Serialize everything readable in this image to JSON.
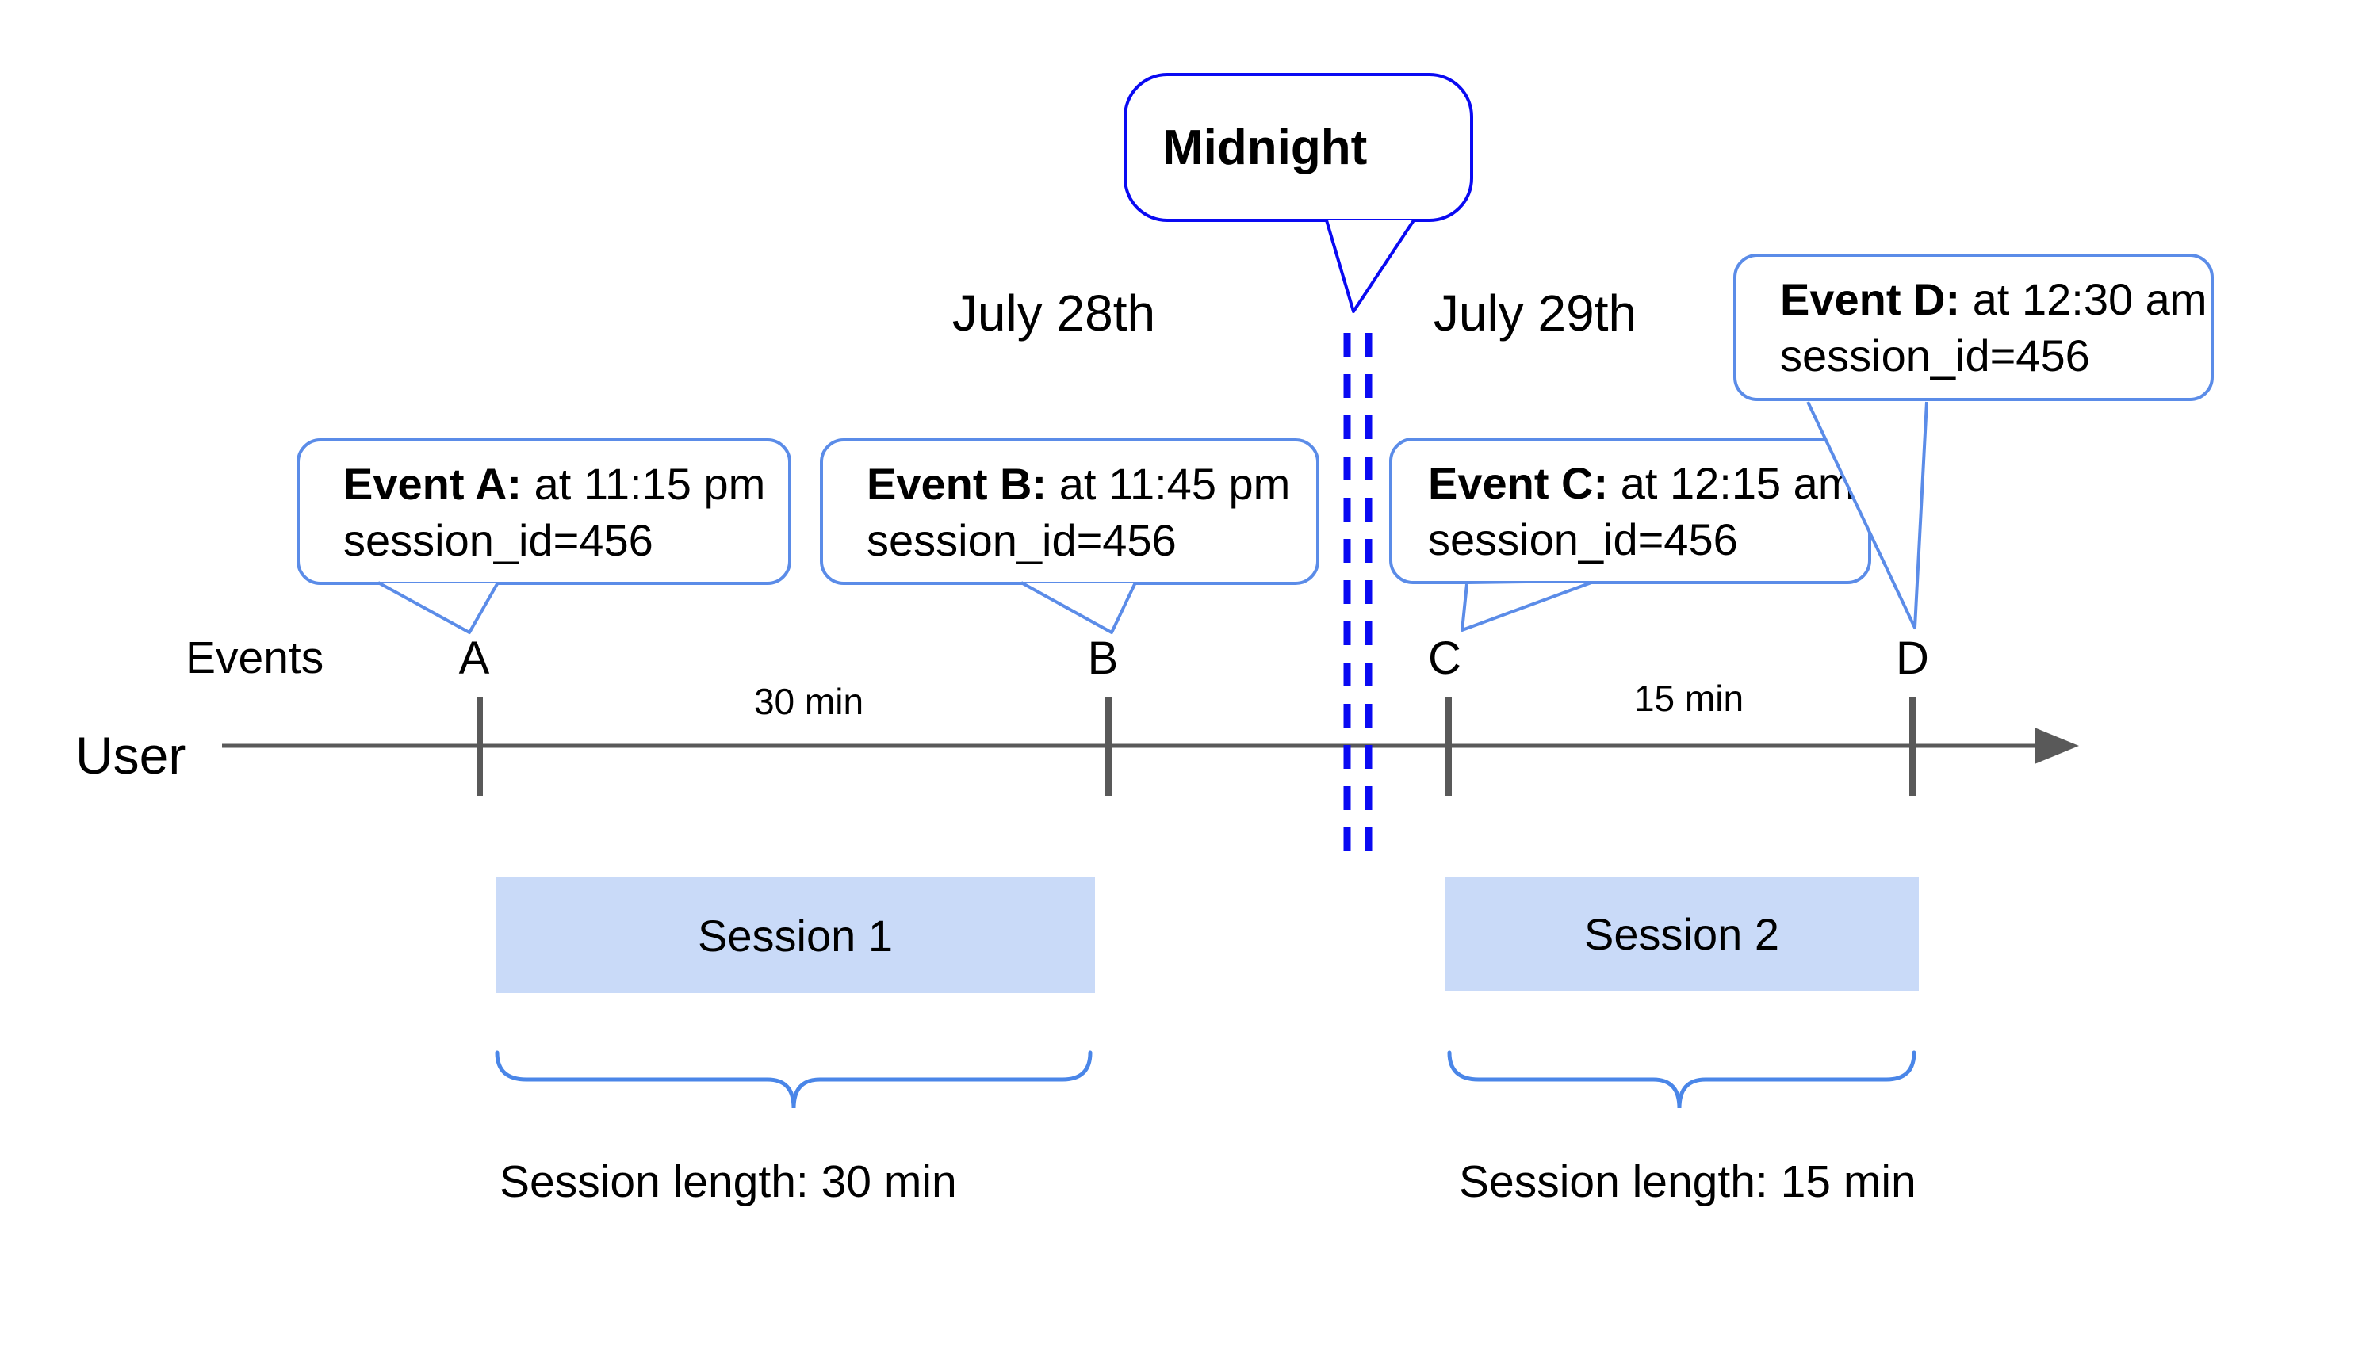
{
  "dates": {
    "left": "July 28th",
    "right": "July 29th"
  },
  "midnight": {
    "label": "Midnight"
  },
  "axis": {
    "events_label": "Events",
    "user_label": "User"
  },
  "events": [
    {
      "letter": "A",
      "name": "Event A:",
      "time": " at 11:15 pm",
      "session": "session_id=456"
    },
    {
      "letter": "B",
      "name": "Event B:",
      "time": " at 11:45 pm",
      "session": "session_id=456"
    },
    {
      "letter": "C",
      "name": "Event C:",
      "time": " at 12:15 am",
      "session": "session_id=456"
    },
    {
      "letter": "D",
      "name": "Event D:",
      "time": " at 12:30 am",
      "session": "session_id=456"
    }
  ],
  "intervals": {
    "ab": "30 min",
    "cd": "15 min"
  },
  "sessions": [
    {
      "name": "Session 1",
      "length_label": "Session length: 30 min"
    },
    {
      "name": "Session 2",
      "length_label": "Session length: 15 min"
    }
  ],
  "colors": {
    "callout_border": "#5b8ce8",
    "midnight_blue": "#0a0af2",
    "brace": "#4a86e8",
    "session_fill": "#c9daf8",
    "axis_gray": "#595959",
    "text": "#000000"
  }
}
